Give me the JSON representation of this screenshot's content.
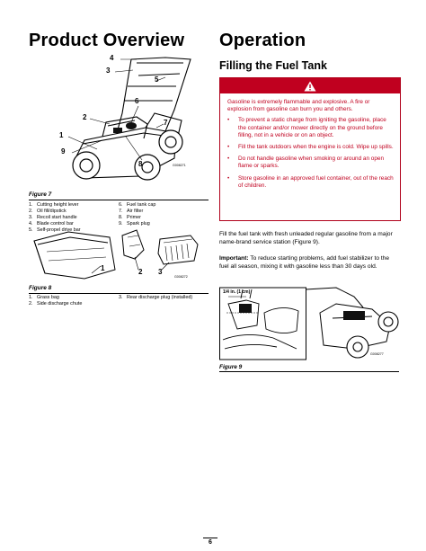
{
  "left_heading": "Product Overview",
  "right_heading": "Operation",
  "subheading": "Filling the Fuel Tank",
  "figure7": {
    "caption": "Figure 7",
    "code": "G008271",
    "callouts": [
      "4",
      "3",
      "5",
      "6",
      "2",
      "7",
      "1",
      "9",
      "8"
    ],
    "legend": [
      {
        "n": "1.",
        "t": "Cutting height lever"
      },
      {
        "n": "6.",
        "t": "Fuel tank cap"
      },
      {
        "n": "2.",
        "t": "Oil fill/dipstick"
      },
      {
        "n": "7.",
        "t": "Air filter"
      },
      {
        "n": "3.",
        "t": "Recoil start handle"
      },
      {
        "n": "8.",
        "t": "Primer"
      },
      {
        "n": "4.",
        "t": "Blade control bar"
      },
      {
        "n": "9.",
        "t": "Spark plug"
      },
      {
        "n": "5.",
        "t": "Self-propel drive bar"
      },
      {
        "n": "",
        "t": ""
      }
    ]
  },
  "figure8": {
    "caption": "Figure 8",
    "code": "G008272",
    "callouts": [
      "1",
      "2",
      "3"
    ],
    "legend": [
      {
        "n": "1.",
        "t": "Grass bag"
      },
      {
        "n": "3.",
        "t": "Rear discharge plug (installed)"
      },
      {
        "n": "2.",
        "t": "Side discharge chute"
      },
      {
        "n": "",
        "t": ""
      }
    ]
  },
  "warning": {
    "icon": "warning-triangle-icon",
    "intro": "Gasoline is extremely flammable and explosive. A fire or explosion from gasoline can burn you and others.",
    "items": [
      "To prevent a static charge from igniting the gasoline, place the container and/or mower directly on the ground before filling, not in a vehicle or on an object.",
      "Fill the tank outdoors when the engine is cold. Wipe up spills.",
      "Do not handle gasoline when smoking or around an open flame or sparks.",
      "Store gasoline in an approved fuel container, out of the reach of children."
    ],
    "colors": {
      "accent": "#c0001f"
    }
  },
  "fill_text": "Fill the fuel tank with fresh unleaded regular gasoline from a major name-brand service station (Figure 9).",
  "important_label": "Important:",
  "important_text": "To reduce starting problems, add fuel stabilizer to the fuel all season, mixing it with gasoline less than 30 days old.",
  "figure9": {
    "caption": "Figure 9",
    "code": "G008277",
    "callout": "1/4 in. (1 cm)"
  },
  "page_number": "6"
}
